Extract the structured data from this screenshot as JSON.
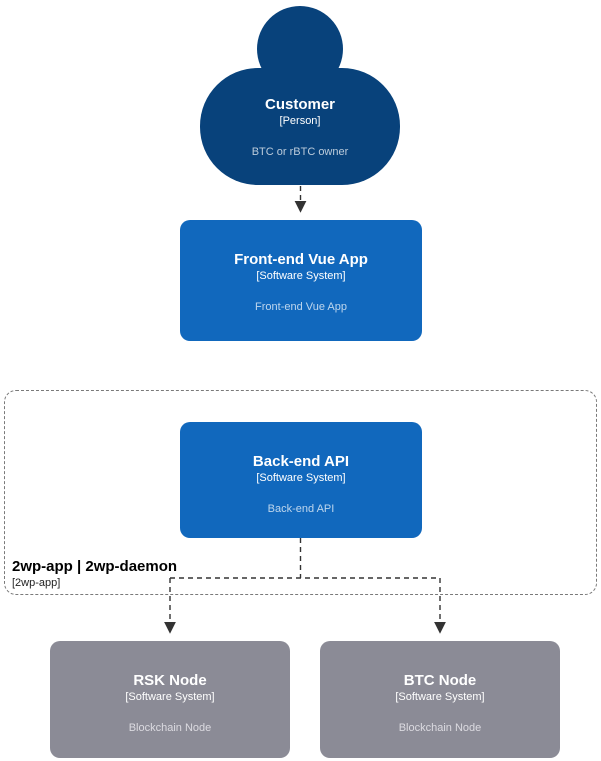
{
  "customer": {
    "title": "Customer",
    "type": "[Person]",
    "description": "BTC or rBTC owner"
  },
  "frontend": {
    "title": "Front-end Vue App",
    "type": "[Software System]",
    "description": "Front-end Vue App"
  },
  "backend": {
    "title": "Back-end API",
    "type": "[Software System]",
    "description": "Back-end API"
  },
  "boundary": {
    "title": "2wp-app | 2wp-daemon",
    "subtitle": "[2wp-app]"
  },
  "rsk_node": {
    "title": "RSK Node",
    "type": "[Software System]",
    "description": "Blockchain Node"
  },
  "btc_node": {
    "title": "BTC Node",
    "type": "[Software System]",
    "description": "Blockchain Node"
  },
  "colors": {
    "person_fill": "#08427b",
    "software_system_fill": "#1168bd",
    "external_node_fill": "#8b8b96",
    "boundary_border": "#7a7a7a",
    "connector": "#333333"
  }
}
